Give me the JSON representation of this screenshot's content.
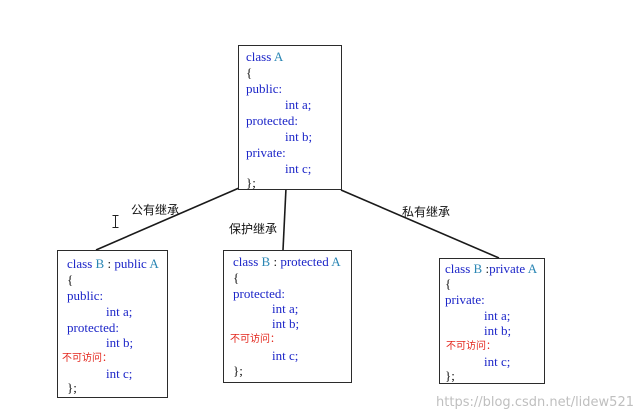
{
  "parent": {
    "class_kw": "class",
    "class_name": "A",
    "open_brace": "{",
    "public_kw": "public:",
    "member_a": "int a;",
    "protected_kw": "protected:",
    "member_b": "int b;",
    "private_kw": "private:",
    "member_c": "int c;",
    "close_brace": "};"
  },
  "edges": {
    "public_label": "公有继承",
    "protected_label": "保护继承",
    "private_label": "私有继承"
  },
  "child_public": {
    "class_kw": "class",
    "class_name": "B",
    "sep": " : ",
    "mode_kw": "public",
    "base_name": "A",
    "open_brace": "{",
    "public_kw": "public:",
    "member_a": "int a;",
    "protected_kw": "protected:",
    "member_b": "int b;",
    "inaccessible": "不可访问：",
    "member_c": "int c;",
    "close_brace": "};"
  },
  "child_protected": {
    "class_kw": "class",
    "class_name": "B",
    "sep": " : ",
    "mode_kw": "protected",
    "base_name": "A",
    "open_brace": "{",
    "protected_kw": "protected:",
    "member_a": "int a;",
    "member_b": "int b;",
    "inaccessible": "不可访问：",
    "member_c": "int c;",
    "close_brace": "};"
  },
  "child_private": {
    "class_kw": "class",
    "class_name": "B",
    "sep": " :",
    "mode_kw": "private",
    "base_name": "A",
    "open_brace": "{",
    "private_kw": "private:",
    "member_a": "int a;",
    "member_b": "int b;",
    "inaccessible": "不可访问：",
    "member_c": "int c;",
    "close_brace": "};"
  },
  "watermark": "https://blog.csdn.net/lidew521",
  "colors": {
    "keyword": "#1c25c8",
    "class_name": "#2a86b4",
    "inaccessible": "#e3261c",
    "line": "#1a1a1a"
  }
}
